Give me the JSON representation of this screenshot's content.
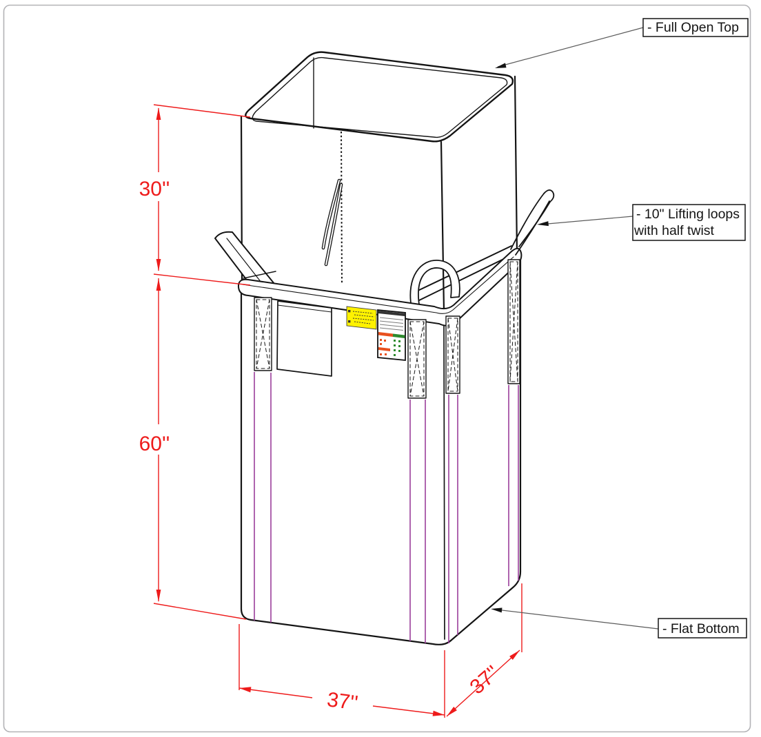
{
  "drawing": {
    "subject": "bulk-bag-technical-drawing",
    "view": "isometric"
  },
  "callouts": {
    "full_open_top": "- Full Open Top",
    "lifting_loops_line1": "- 10\" Lifting loops",
    "lifting_loops_line2": "with half twist",
    "flat_bottom": "- Flat Bottom"
  },
  "dimensions": {
    "liner_height": "30''",
    "body_height": "60''",
    "width": "37''",
    "depth": "37''"
  },
  "colors": {
    "dimension_red": "#ee1b1b",
    "seam_purple": "#993d99",
    "warning_yellow": "#fff200",
    "safety_orange": "#e8501e",
    "safety_green": "#2e8b2e",
    "outline_black": "#141414",
    "leader_gray": "#5a5a5a",
    "frame_gray": "#b3b3b6",
    "label_ink": "#333333",
    "label_text_gray": "#7a7a7a"
  }
}
